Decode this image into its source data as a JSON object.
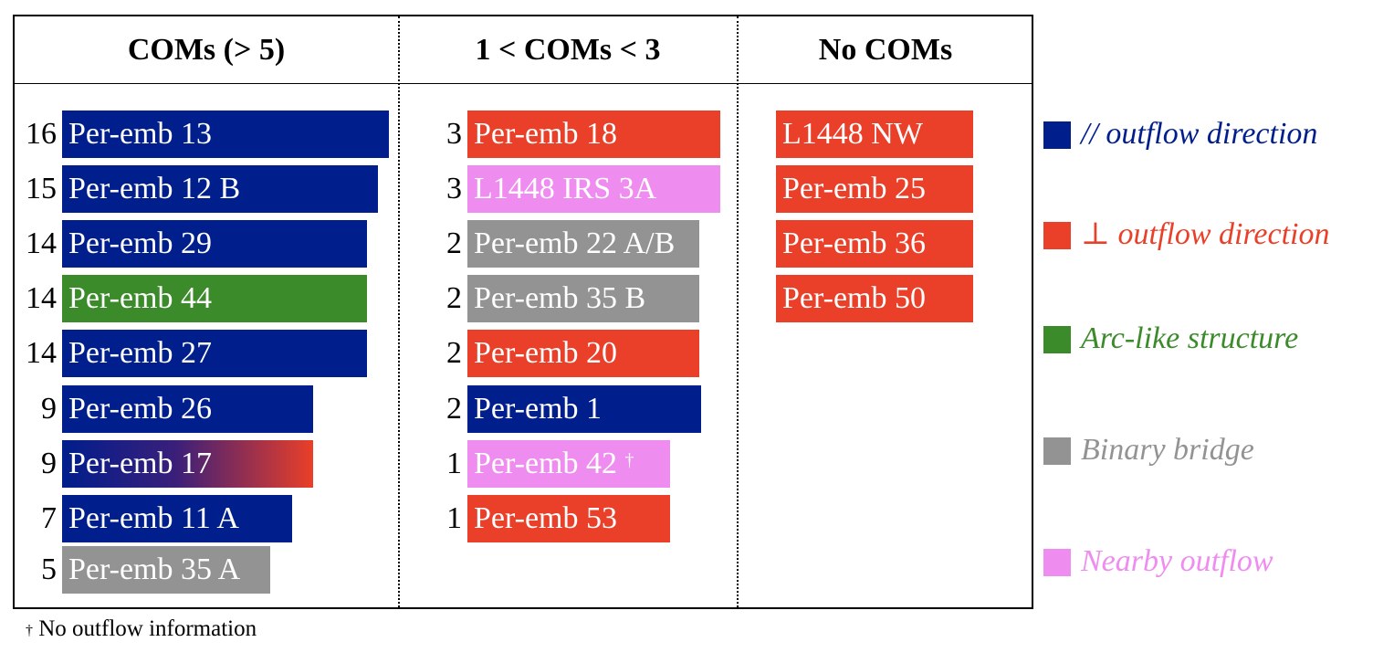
{
  "columns": [
    {
      "title": "COMs (> 5)",
      "rows": [
        {
          "count": "16",
          "label": "Per-emb 13",
          "category": "parallel",
          "value": 16
        },
        {
          "count": "15",
          "label": "Per-emb 12 B",
          "category": "parallel",
          "value": 15
        },
        {
          "count": "14",
          "label": "Per-emb 29",
          "category": "parallel",
          "value": 14
        },
        {
          "count": "14",
          "label": "Per-emb 44",
          "category": "arc",
          "value": 14
        },
        {
          "count": "14",
          "label": "Per-emb 27",
          "category": "parallel",
          "value": 14
        },
        {
          "count": "9",
          "label": "Per-emb 26",
          "category": "parallel",
          "value": 9
        },
        {
          "count": "9",
          "label": "Per-emb 17",
          "category": "mixed",
          "value": 9
        },
        {
          "count": "7",
          "label": "Per-emb 11 A",
          "category": "parallel",
          "value": 7
        },
        {
          "count": "5",
          "label": "Per-emb 35 A",
          "category": "binary",
          "value": 5
        }
      ]
    },
    {
      "title": "1 < COMs < 3",
      "rows": [
        {
          "count": "3",
          "label": "Per-emb 18",
          "category": "perpendicular",
          "value": 3
        },
        {
          "count": "3",
          "label": "L1448 IRS 3A",
          "category": "nearby",
          "value": 3
        },
        {
          "count": "2",
          "label": "Per-emb 22 A/B",
          "category": "binary",
          "value": 2
        },
        {
          "count": "2",
          "label": "Per-emb 35 B",
          "category": "binary",
          "value": 2
        },
        {
          "count": "2",
          "label": "Per-emb 20",
          "category": "perpendicular",
          "value": 2
        },
        {
          "count": "2",
          "label": "Per-emb 1",
          "category": "parallel",
          "value": 2
        },
        {
          "count": "1",
          "label": "Per-emb 42",
          "dagger": "†",
          "category": "nearby",
          "value": 1
        },
        {
          "count": "1",
          "label": "Per-emb 53",
          "category": "perpendicular",
          "value": 1
        }
      ]
    },
    {
      "title": "No COMs",
      "rows": [
        {
          "count": "",
          "label": "L1448 NW",
          "category": "perpendicular",
          "value": 0
        },
        {
          "count": "",
          "label": "Per-emb 25",
          "category": "perpendicular",
          "value": 0
        },
        {
          "count": "",
          "label": "Per-emb 36",
          "category": "perpendicular",
          "value": 0
        },
        {
          "count": "",
          "label": "Per-emb 50",
          "category": "perpendicular",
          "value": 0
        }
      ]
    }
  ],
  "legend": [
    {
      "key": "parallel",
      "label": "// outflow direction",
      "color": "#001e8c"
    },
    {
      "key": "perpendicular",
      "label": "⊥ outflow direction",
      "color": "#ea3f28"
    },
    {
      "key": "arc",
      "label": "Arc-like structure",
      "color": "#3b8b2a"
    },
    {
      "key": "binary",
      "label": "Binary bridge",
      "color": "#939393"
    },
    {
      "key": "nearby",
      "label": "Nearby outflow",
      "color": "#ef8cf0"
    }
  ],
  "footnote": {
    "dagger": "†",
    "text": "No outflow information"
  }
}
